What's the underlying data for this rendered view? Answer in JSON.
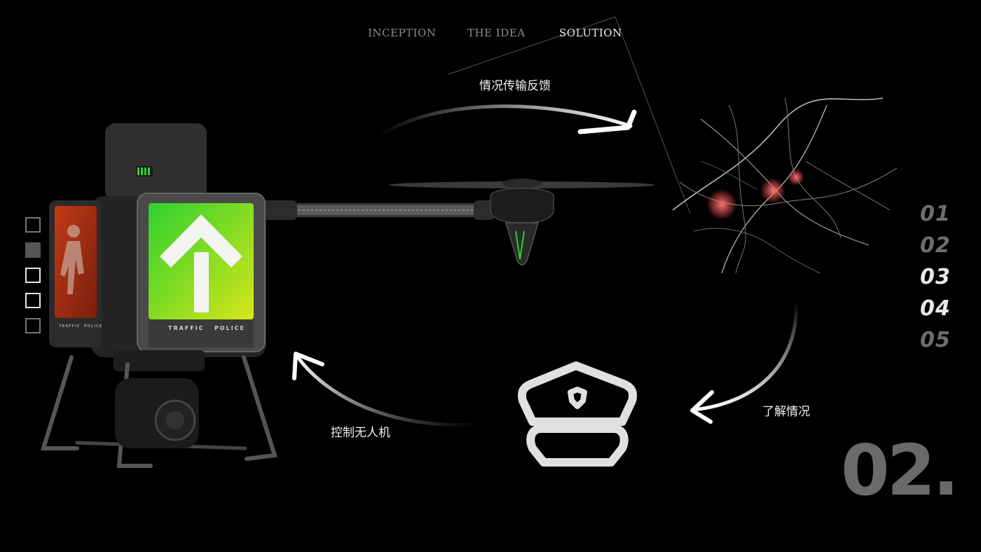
{
  "nav": {
    "items": [
      {
        "label": "INCEPTION",
        "active": false
      },
      {
        "label": "THE IDEA",
        "active": false
      },
      {
        "label": "SOLUTION",
        "active": true
      }
    ]
  },
  "flow": {
    "top_label": "情况传输反馈",
    "right_label": "了解情况",
    "left_label": "控制无人机"
  },
  "drone": {
    "panel_text_front": "TRAFFIC   POLICE",
    "panel_text_side": "TRAFFIC  POLICE"
  },
  "page_numbers": [
    "01",
    "02",
    "03",
    "04",
    "05"
  ],
  "current_page": "03",
  "section_number": "02",
  "section_suffix": ".",
  "colors": {
    "background": "#000000",
    "signal_green": "#2fd12f",
    "signal_yellow": "#d7e619",
    "signal_red": "#c23a16",
    "map_hotspot": "#ff6f6f"
  },
  "icons": [
    "police-cap-icon",
    "up-arrow-icon",
    "pedestrian-icon",
    "curved-arrow-icon"
  ]
}
